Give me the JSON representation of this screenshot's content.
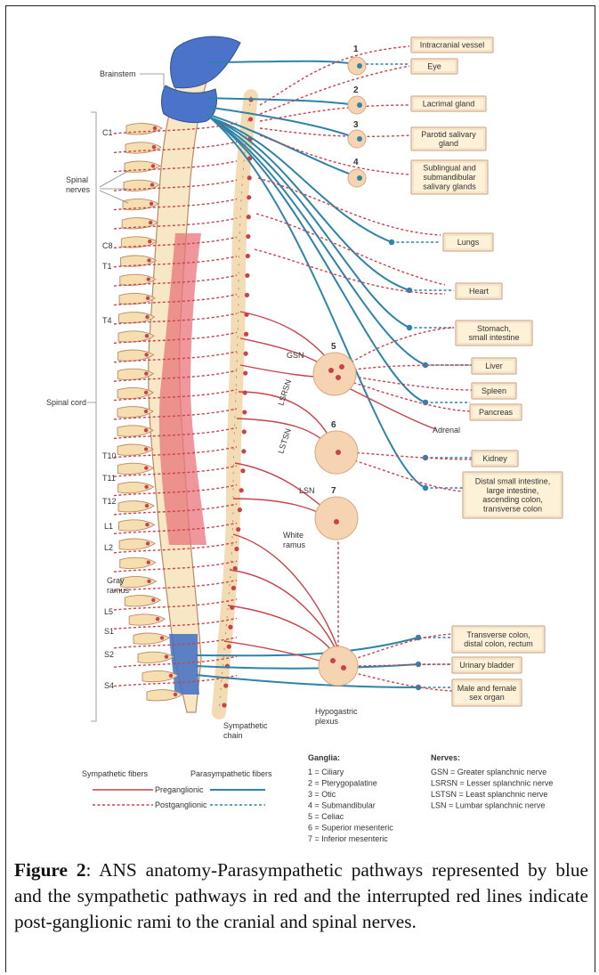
{
  "diagram": {
    "labels": {
      "brainstem": "Brainstem",
      "spinal_nerves": "Spinal\nnerves",
      "spinal_cord": "Spinal cord",
      "white_ramus": "White\nramus",
      "gray_ramus": "Gray\nramus",
      "sympathetic_chain": "Sympathetic\nchain",
      "hypogastric_plexus": "Hypogastric\nplexus",
      "gsn": "GSN",
      "lsrsn": "LSRSN",
      "lstsn": "LSTSN",
      "lsn": "LSN",
      "adrenal": "Adrenal"
    },
    "levels": [
      "C1",
      "C8",
      "T1",
      "T4",
      "T10",
      "T11",
      "T12",
      "L1",
      "L2",
      "L5",
      "S1",
      "S2",
      "S4"
    ],
    "ganglion_numbers": [
      "1",
      "2",
      "3",
      "4",
      "5",
      "6",
      "7"
    ],
    "organs": [
      "Intracranial vessel",
      "Eye",
      "Lacrimal gland",
      "Parotid salivary\ngland",
      "Sublingual and\nsubmandibular\nsalivary glands",
      "Lungs",
      "Heart",
      "Stomach,\nsmall intestine",
      "Liver",
      "Spleen",
      "Pancreas",
      "Kidney",
      "Distal small intestine,\nlarge intestine,\nascending colon,\ntransverse colon",
      "Transverse colon,\ndistal colon, rectum",
      "Urinary bladder",
      "Male and female\nsex organ"
    ],
    "legend": {
      "sympathetic_title": "Sympathetic fibers",
      "parasympathetic_title": "Parasympathetic fibers",
      "preganglionic": "Preganglionic",
      "postganglionic": "Postganglionic",
      "ganglia_title": "Ganglia:",
      "ganglia": [
        "1 = Ciliary",
        "2 = Pterygopalatine",
        "3 = Otic",
        "4 = Submandibular",
        "5 = Celiac",
        "6 = Superior mesenteric",
        "7 = Inferior mesenteric"
      ],
      "nerves_title": "Nerves:",
      "nerves": [
        "GSN = Greater splanchnic nerve",
        "LSRSN = Lesser splanchnic nerve",
        "LSTSN = Least splanchnic nerve",
        "LSN = Lumbar splanchnic nerve"
      ]
    },
    "colors": {
      "sympathetic": "#c9424b",
      "parasympathetic": "#2f83a8",
      "cord": "#f8e7c4",
      "ganglion_fill": "#f6d3b1"
    }
  },
  "caption": {
    "label": "Figure 2",
    "text": ": ANS anatomy-Parasympathetic pathways represented by blue and the sympathetic pathways in red and the interrupted red lines indicate post-ganglionic rami to the cranial and spinal nerves."
  }
}
